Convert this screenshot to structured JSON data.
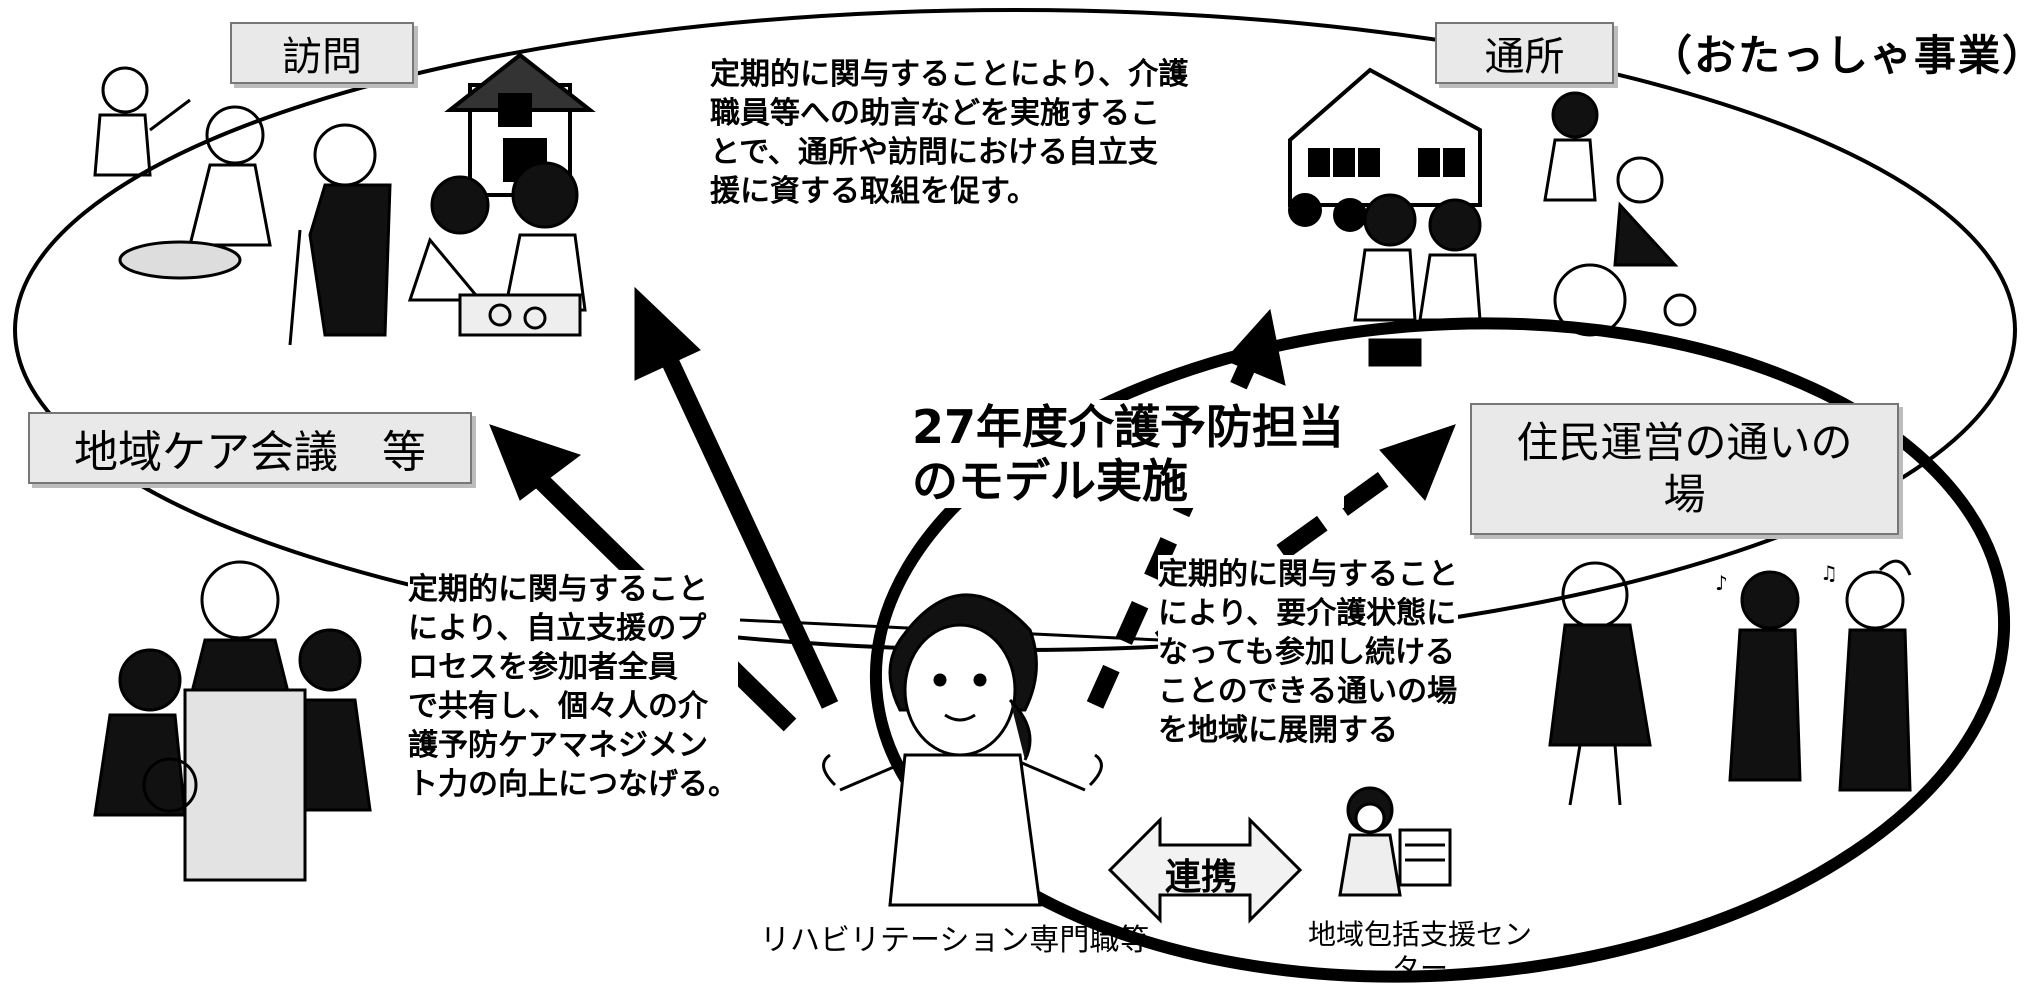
{
  "labels": {
    "houmon": "訪問",
    "tsusho": "通所",
    "tsusho_note": "（おたっしゃ事業）",
    "chiiki_care": "地域ケア会議　等",
    "kayoi_line1": "住民運営の通いの",
    "kayoi_line2": "場",
    "model_line1": "27年度介護予防担当",
    "model_line2": "のモデル実施",
    "renkei": "連携",
    "rehab": "リハビリテーション専門職等",
    "center_line1": "地域包括支援セン",
    "center_line2": "ター"
  },
  "descriptions": {
    "top": [
      "定期的に関与することにより、介護",
      "職員等への助言などを実施するこ",
      "とで、通所や訪問における自立支",
      "援に資する取組を促す。"
    ],
    "left": [
      "定期的に関与すること",
      "により、自立支援のプ",
      "ロセスを参加者全員",
      "で共有し、個々人の介",
      "護予防ケアマネジメン",
      "ト力の向上につなげる。"
    ],
    "right": [
      "定期的に関与すること",
      "により、要介護状態に",
      "なっても参加し続ける",
      "ことのできる通いの場",
      "を地域に展開する"
    ]
  },
  "icons": {
    "house": "house-illustration",
    "gardening": "gardening-people-illustration",
    "elderly": "elderly-man-with-cane-illustration",
    "meal": "meal-assistance-illustration",
    "facility": "day-care-facility-illustration",
    "caregivers": "caregivers-illustration",
    "wheelchair": "wheelchair-illustration",
    "meeting": "meeting-people-illustration",
    "therapist": "rehabilitation-therapist-illustration",
    "center_staff": "center-staff-illustration",
    "exercise": "exercise-group-illustration",
    "arrow": "bidirectional-arrow-icon"
  }
}
